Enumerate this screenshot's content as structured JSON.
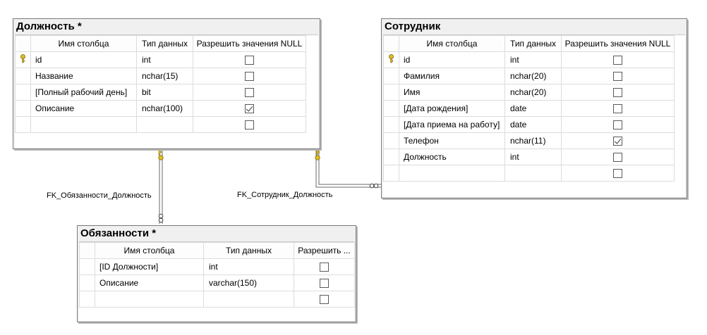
{
  "tables": {
    "dolzhnost": {
      "title": "Должность *",
      "headers": [
        "Имя столбца",
        "Тип данных",
        "Разрешить значения NULL"
      ],
      "rows": [
        {
          "name": "id",
          "type": "int",
          "nullable": false,
          "pk": true
        },
        {
          "name": "Название",
          "type": "nchar(15)",
          "nullable": false,
          "pk": false
        },
        {
          "name": "[Полный рабочий день]",
          "type": "bit",
          "nullable": false,
          "pk": false
        },
        {
          "name": "Описание",
          "type": "nchar(100)",
          "nullable": true,
          "pk": false
        },
        {
          "name": "",
          "type": "",
          "nullable": false,
          "pk": false
        }
      ]
    },
    "sotrudnik": {
      "title": "Сотрудник",
      "headers": [
        "Имя столбца",
        "Тип данных",
        "Разрешить значения NULL"
      ],
      "rows": [
        {
          "name": "id",
          "type": "int",
          "nullable": false,
          "pk": true
        },
        {
          "name": "Фамилия",
          "type": "nchar(20)",
          "nullable": false,
          "pk": false
        },
        {
          "name": "Имя",
          "type": "nchar(20)",
          "nullable": false,
          "pk": false
        },
        {
          "name": "[Дата рождения]",
          "type": "date",
          "nullable": false,
          "pk": false
        },
        {
          "name": "[Дата приема на работу]",
          "type": "date",
          "nullable": false,
          "pk": false
        },
        {
          "name": "Телефон",
          "type": "nchar(11)",
          "nullable": true,
          "pk": false
        },
        {
          "name": "Должность",
          "type": "int",
          "nullable": false,
          "pk": false
        },
        {
          "name": "",
          "type": "",
          "nullable": false,
          "pk": false
        }
      ]
    },
    "obyazannosti": {
      "title": "Обязанности *",
      "headers": [
        "Имя столбца",
        "Тип данных",
        "Разрешить ..."
      ],
      "rows": [
        {
          "name": "[ID Должности]",
          "type": "int",
          "nullable": false,
          "pk": false
        },
        {
          "name": "Описание",
          "type": "varchar(150)",
          "nullable": false,
          "pk": false
        },
        {
          "name": "",
          "type": "",
          "nullable": false,
          "pk": false
        }
      ]
    }
  },
  "relationships": {
    "fk_obyazannosti": "FK_Обязанности_Должность",
    "fk_sotrudnik": "FK_Сотрудник_Должность"
  },
  "colors": {
    "key_icon": "#e0c020",
    "connector": "#6a6a6a"
  }
}
